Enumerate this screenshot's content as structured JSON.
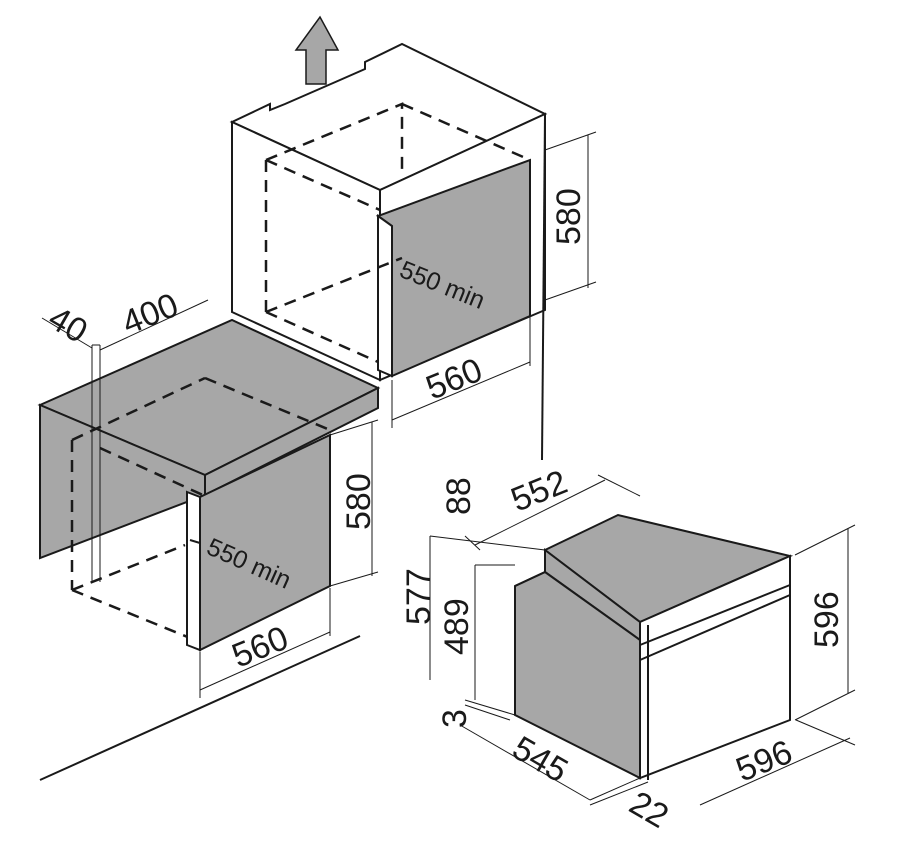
{
  "diagram": {
    "colors": {
      "panel": "#a7a7a7",
      "line": "#1a1a1a",
      "background": "#ffffff"
    },
    "tall_unit": {
      "height": "580",
      "depth_min": "550 min",
      "width": "560"
    },
    "under_counter": {
      "top_clearance": "40",
      "rear_gap": "400",
      "height": "580",
      "depth_min": "550 min",
      "width": "560"
    },
    "oven": {
      "top_depth": "552",
      "top_step": "88",
      "cavity_total_height": "577",
      "cavity_height": "489",
      "bottom_gap": "3",
      "body_depth": "545",
      "front_height": "596",
      "front_width": "596",
      "front_thickness": "22"
    },
    "icons": {
      "airflow": "up-arrow-icon"
    }
  }
}
